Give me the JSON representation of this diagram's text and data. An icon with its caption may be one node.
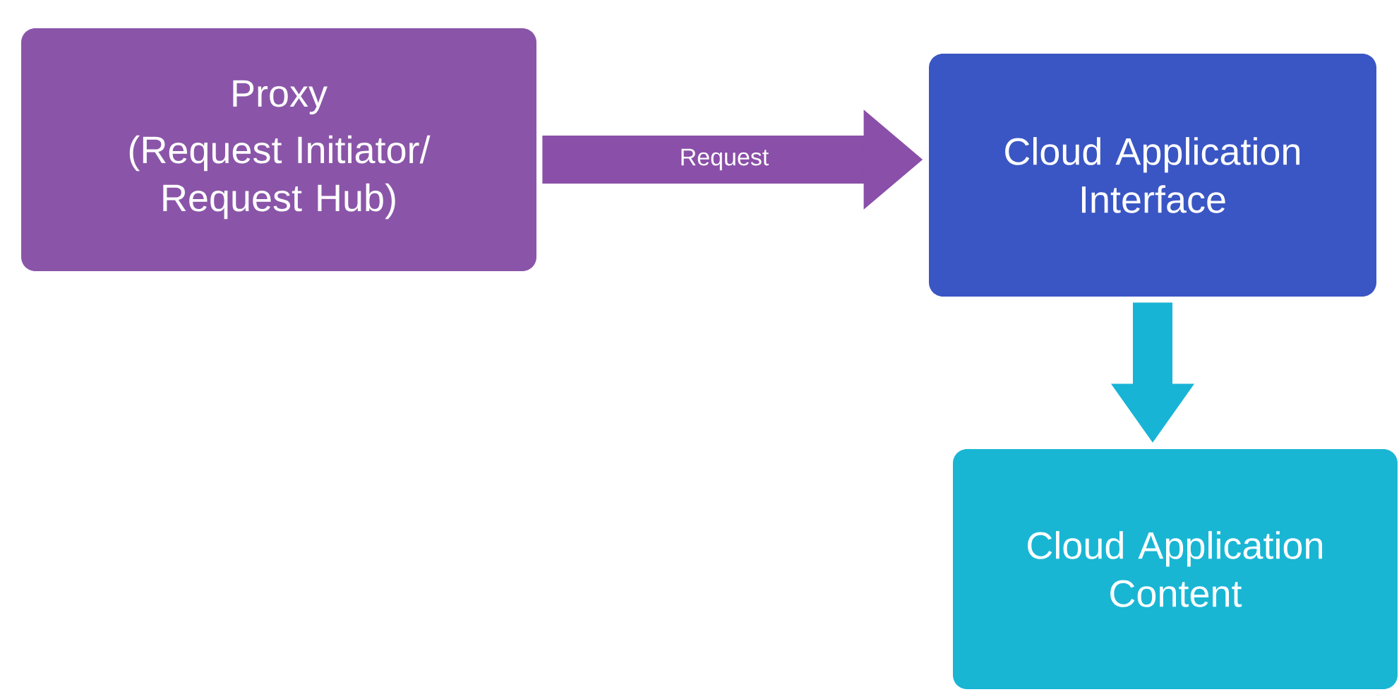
{
  "diagram": {
    "nodes": [
      {
        "text": [
          "Proxy",
          "(Request Initiator/ Request Hub)"
        ]
      },
      {
        "text": [
          "Cloud Application Interface"
        ]
      },
      {
        "text": [
          "Cloud Application Content"
        ]
      }
    ],
    "edges": [
      {
        "from": 0,
        "to": 1,
        "arrow": "to",
        "label": "Request",
        "color": "#8a4fa8"
      },
      {
        "from": 1,
        "to": 2,
        "arrow": "to",
        "color": "#18b4d6"
      }
    ]
  }
}
